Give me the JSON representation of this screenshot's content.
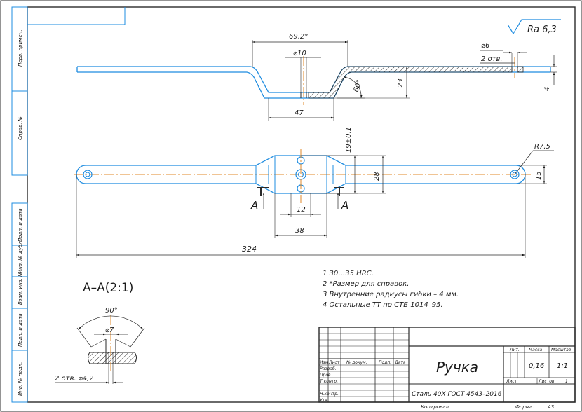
{
  "roughness": "Ra 6,3",
  "dims": {
    "d1": "69,2*",
    "d2": "⌀10",
    "d3": "⌀6",
    "d4": "2 отв.",
    "d5": "23",
    "d6": "4",
    "d7": "47",
    "d8": "60°",
    "d9": "19±0,1",
    "d10": "28",
    "d11": "R7,5",
    "d12": "15",
    "d13": "12",
    "d14": "38",
    "d15": "324",
    "d16": "90°",
    "d17": "⌀7",
    "d18": "2 отв. ⌀4,2"
  },
  "section_marks": {
    "left": "A",
    "right": "A"
  },
  "section_title": "A–A(2:1)",
  "notes": [
    "1  30…35 HRC.",
    "2  *Размер для справок.",
    "3  Внутренние радиусы гибки – 4 мм.",
    "4  Остальные ТТ по СТБ 1014–95."
  ],
  "side_labels": [
    "Перв. примен.",
    "Справ. №",
    "Подп. и дата",
    "Инв. № дубл.",
    "Взам. инв. №",
    "Подп. и дата",
    "Инв. № подл."
  ],
  "title_block": {
    "name": "Ручка",
    "material": "Сталь 40Х ГОСТ 4543–2016",
    "col_izm": "Изм",
    "col_list": "Лист",
    "col_doc": "№ докум.",
    "col_podp": "Подп.",
    "col_date": "Дата",
    "row_razrab": "Разраб.",
    "row_prov": "Пров.",
    "row_tkontr": "Т.контр.",
    "row_nkontr": "Н.контр.",
    "row_utv": "Утв.",
    "lit_label": "Лит.",
    "mass_label": "Масса",
    "scale_label": "Масштаб",
    "mass": "0,16",
    "scale": "1:1",
    "sheet_label": "Лист",
    "sheets_label": "Листов",
    "sheets": "1",
    "copied": "Копировал",
    "format": "Формат",
    "format_val": "А3"
  }
}
